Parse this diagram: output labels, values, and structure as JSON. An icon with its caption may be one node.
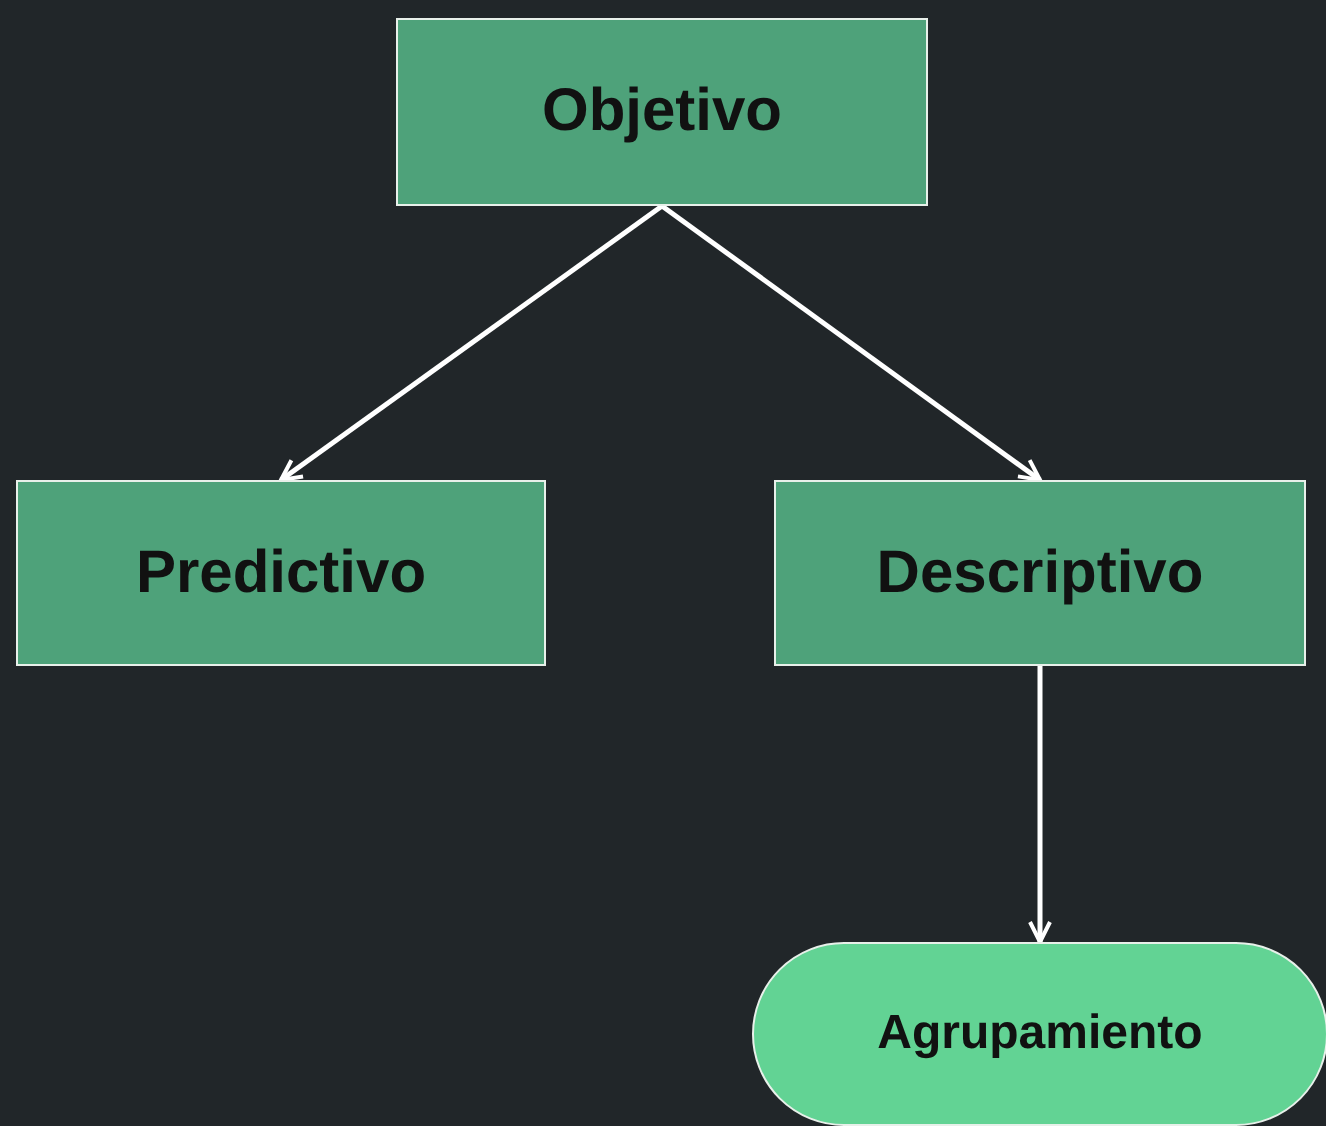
{
  "diagram": {
    "nodes": [
      {
        "text": [
          "Objetivo"
        ]
      },
      {
        "text": [
          "Predictivo"
        ]
      },
      {
        "text": [
          "Descriptivo"
        ]
      },
      {
        "text": [
          "Agrupamiento"
        ]
      }
    ],
    "edges": [
      {
        "from": 0,
        "to": 1,
        "arrow": "to"
      },
      {
        "from": 0,
        "to": 2,
        "arrow": "to"
      },
      {
        "from": 2,
        "to": 3,
        "arrow": "to"
      }
    ]
  }
}
